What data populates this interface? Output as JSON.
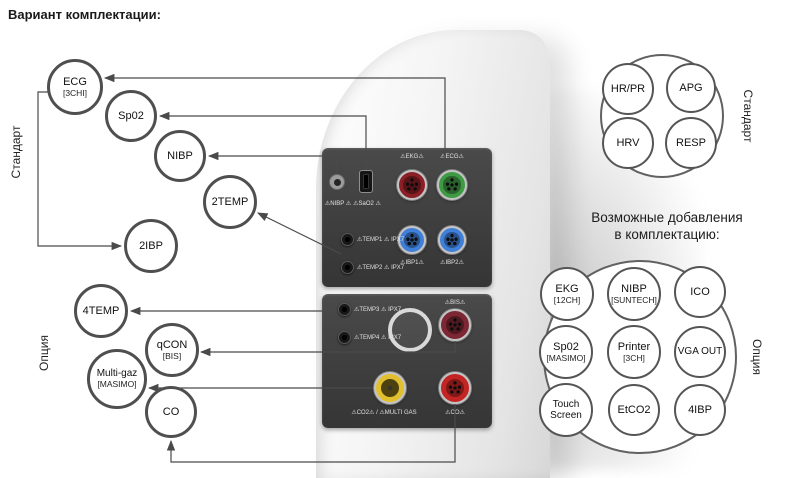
{
  "title": "Вариант комплектации:",
  "right_heading": {
    "line1": "Возможные добавления",
    "line2": "в  комплектацию:"
  },
  "groups": {
    "left_standard": {
      "label": "Стандарт",
      "items": [
        {
          "line1": "ECG",
          "line2": "[3CHI]"
        },
        {
          "line1": "Sp02"
        },
        {
          "line1": "NIBP"
        },
        {
          "line1": "2TEMP"
        },
        {
          "line1": "2IBP"
        }
      ]
    },
    "left_option": {
      "label": "Опция",
      "items": [
        {
          "line1": "4TEMP"
        },
        {
          "line1": "qCON",
          "line2": "[BIS]"
        },
        {
          "line1": "Multi-gaz",
          "line2": "[MASIMO]"
        },
        {
          "line1": "CO"
        }
      ]
    },
    "right_standard": {
      "label": "Стандарт",
      "items": [
        {
          "line1": "HR/PR"
        },
        {
          "line1": "APG"
        },
        {
          "line1": "HRV"
        },
        {
          "line1": "RESP"
        }
      ]
    },
    "right_option": {
      "label": "Опция",
      "items": [
        {
          "line1": "EKG",
          "line2": "[12CH]"
        },
        {
          "line1": "NIBP",
          "line2": "[SUNTECH]"
        },
        {
          "line1": "ICO"
        },
        {
          "line1": "Sp02",
          "line2": "[MASIMO]"
        },
        {
          "line1": "Printer",
          "line2": "[3CH]"
        },
        {
          "line1": "VGA OUT"
        },
        {
          "line1": "Touch",
          "line2": "Screen"
        },
        {
          "line1": "EtCO2"
        },
        {
          "line1": "4IBP"
        }
      ]
    }
  },
  "panel": {
    "labels": {
      "nibp": "⚠NIBP ⚠",
      "sao2": "⚠SaO2 ⚠",
      "ekg": "⚠EKG⚠",
      "ecg": "⚠ECG⚠",
      "temp1": "⚠TEMP1 ⚠ IPX7",
      "temp2": "⚠TEMP2 ⚠ IPX7",
      "ibp1": "⚠IBP1⚠",
      "ibp2": "⚠IBP2⚠",
      "temp3": "⚠TEMP3 ⚠ IPX7",
      "temp4": "⚠TEMP4 ⚠ IPX7",
      "bis": "⚠BIS⚠",
      "co2": "⚠CO2⚠ / ⚠MULTI GAS",
      "co": "⚠CO⚠"
    },
    "connector_colors": {
      "nibp": "#9c9c9c",
      "sao2": "#161616",
      "ekg": "#8a2026",
      "ecg": "#3f9a44",
      "ibp1": "#3f7fd8",
      "ibp2": "#3f7fd8",
      "temp": "#181818",
      "bis": "#7c2733",
      "co2": "#e2bf2e",
      "co": "#c32524"
    }
  }
}
